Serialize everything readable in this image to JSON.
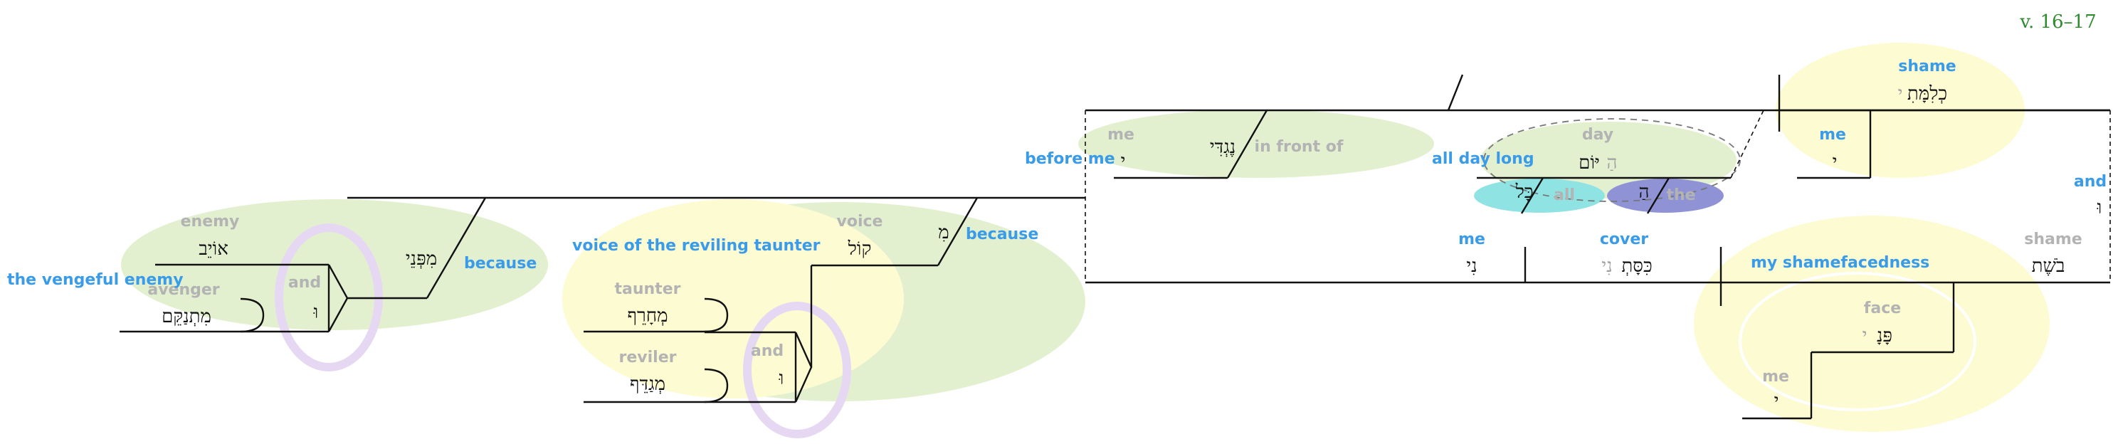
{
  "reference": "v. 16–17",
  "words": {
    "oyev": "אוֹיֵב",
    "mitnaqem": "מִתְנַקֵּם",
    "vav_1": "וּ",
    "mipnei": "מִפְּנֵי",
    "qol": "קוֹל",
    "mi": "מִ",
    "mechares": "מְחָרֵף",
    "megaddef": "מְגַדֵּף",
    "vav_2": "וּ",
    "negdi": "נֶגְדִּי",
    "negdi_suffix": "י",
    "hayyom_article": "הַ",
    "hayyom": "יּוֹם",
    "kol": "כָּל",
    "ha": "הַ",
    "kelimmati": "כְלִמָּתִ",
    "kelimmati_suffix": "י",
    "vav_3": "וּ",
    "kissatni": "כִּסָּתְ",
    "kissatni_suffix": "נִי",
    "ni": "נִי",
    "boshet": "בֹשֶׁת",
    "panai": "פָּנָ",
    "panai_suffix": "י",
    "me_suffix_1": "י",
    "me_suffix_2": "י"
  },
  "glosses": {
    "enemy": "enemy",
    "avenger": "avenger",
    "and_1": "and",
    "voice": "voice",
    "taunter": "taunter",
    "reviler": "reviler",
    "and_2": "and",
    "me_1": "me",
    "in_front_of": "in front of",
    "day": "day",
    "all": "all",
    "the": "the",
    "shame_1": "shame",
    "me_2": "me",
    "shame_2": "shame",
    "face": "face",
    "me_3": "me"
  },
  "english": {
    "the_vengeful_enemy": "the vengeful enemy",
    "because_1": "because",
    "voice_of_the_reviling_taunter": "voice of the reviling taunter",
    "because_2": "because",
    "before_me": "before me",
    "all_day_long": "all day long",
    "me": "me",
    "cover": "cover",
    "me_2": "me",
    "and": "and",
    "my_shamefacedness": "my shamefacedness"
  },
  "colors": {
    "green_ellipse": "#e3f0d0",
    "yellow_ellipse": "#fdfbd2",
    "lavender_ring": "#e6d8f3",
    "cyan_ellipse": "#8fe3e3",
    "blue_ellipse": "#8f93d6"
  }
}
